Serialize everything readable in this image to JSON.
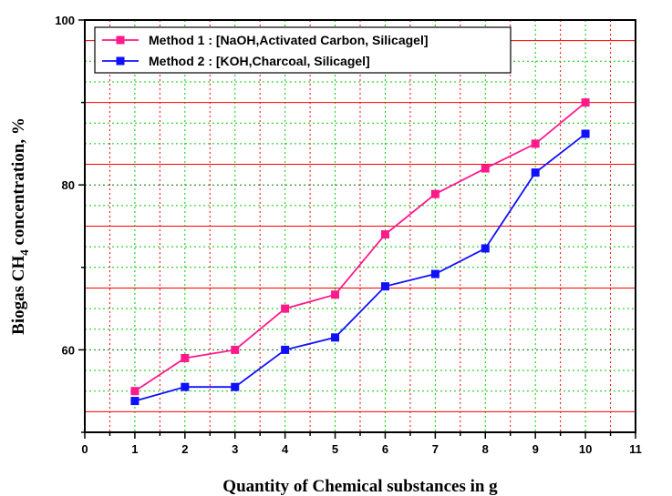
{
  "chart_data": {
    "type": "line",
    "xlabel": "Quantity of Chemical substances in g",
    "ylabel_prefix": "Biogas CH",
    "ylabel_subscript": "4",
    "ylabel_suffix": " concentration, %",
    "xlim": [
      0,
      11
    ],
    "ylim": [
      50,
      100
    ],
    "x_ticks": [
      0,
      1,
      2,
      3,
      4,
      5,
      6,
      7,
      8,
      9,
      10,
      11
    ],
    "y_ticks": [
      60,
      80,
      100
    ],
    "grid": true,
    "legend_position": "top-left",
    "x": [
      1,
      2,
      3,
      4,
      5,
      6,
      7,
      8,
      9,
      10
    ],
    "series": [
      {
        "name": "Method 1 : [NaOH,Activated Carbon, Silicagel]",
        "color": "#ff1a8c",
        "values": [
          55,
          59,
          60,
          65,
          66.7,
          74,
          78.9,
          82,
          85,
          90
        ]
      },
      {
        "name": "Method 2 : [KOH,Charcoal, Silicagel]",
        "color": "#1010ff",
        "values": [
          53.8,
          55.5,
          55.5,
          60,
          61.5,
          67.7,
          69.2,
          72.3,
          81.5,
          86.2
        ]
      }
    ],
    "grid_colors": {
      "major_vertical": "#00cc00",
      "minor_vertical": "#ff0000",
      "horizontal": "#ff0000",
      "horizontal_at_ticks": "#007700"
    }
  }
}
